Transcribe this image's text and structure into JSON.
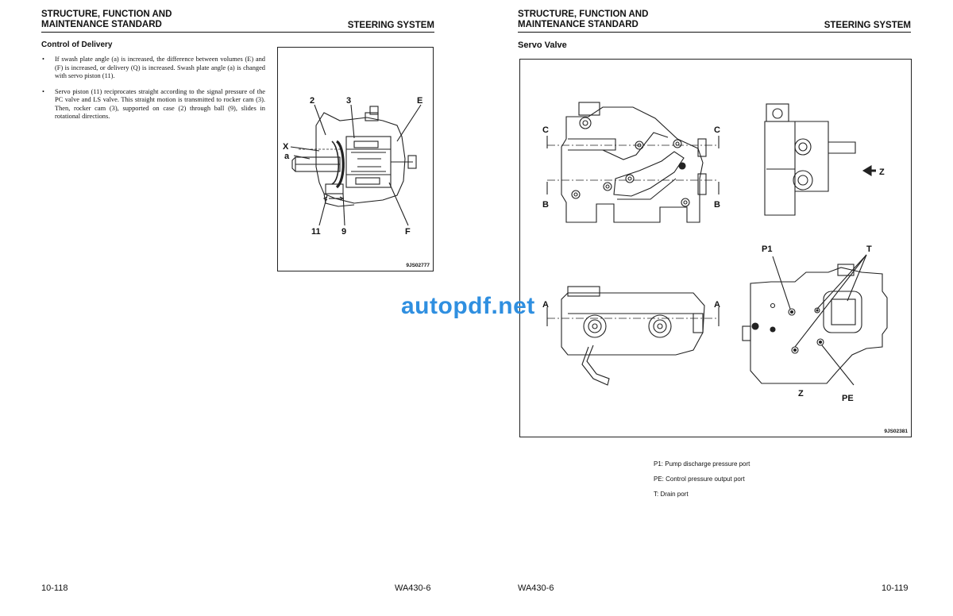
{
  "left_page": {
    "header_title_line1": "STRUCTURE, FUNCTION AND",
    "header_title_line2": "MAINTENANCE STANDARD",
    "header_section": "STEERING SYSTEM",
    "section_title": "Control of Delivery",
    "bullet_marker": "•",
    "bullets": [
      "If swash plate angle (a) is increased, the difference between volumes (E) and (F) is increased, or delivery (Q) is increased. Swash plate angle (a) is changed with servo piston (11).",
      "Servo piston (11) reciprocates straight according to the signal pressure of the PC valve and LS valve. This straight motion is transmitted to rocker cam (3). Then, rocker cam (3), supported on case (2) through ball (9), slides in rotational directions."
    ],
    "figure": {
      "labels": [
        "2",
        "3",
        "E",
        "X",
        "a",
        "11",
        "9",
        "F"
      ],
      "figure_id": "9JS02777"
    },
    "footer_page": "10-118",
    "footer_model": "WA430-6"
  },
  "right_page": {
    "header_title_line1": "STRUCTURE, FUNCTION AND",
    "header_title_line2": "MAINTENANCE STANDARD",
    "header_section": "STEERING SYSTEM",
    "section_title": "Servo Valve",
    "figure": {
      "labels": [
        "C",
        "C",
        "B",
        "B",
        "Z",
        "A",
        "A",
        "P1",
        "T",
        "Z",
        "PE"
      ],
      "figure_id": "9JS02381"
    },
    "legend": [
      "P1: Pump discharge pressure port",
      "PE: Control pressure output port",
      "T: Drain port"
    ],
    "footer_model": "WA430-6",
    "footer_page": "10-119"
  },
  "watermark": "autopdf.net",
  "colors": {
    "watermark": "#2f8fe0",
    "ink": "#111111"
  }
}
